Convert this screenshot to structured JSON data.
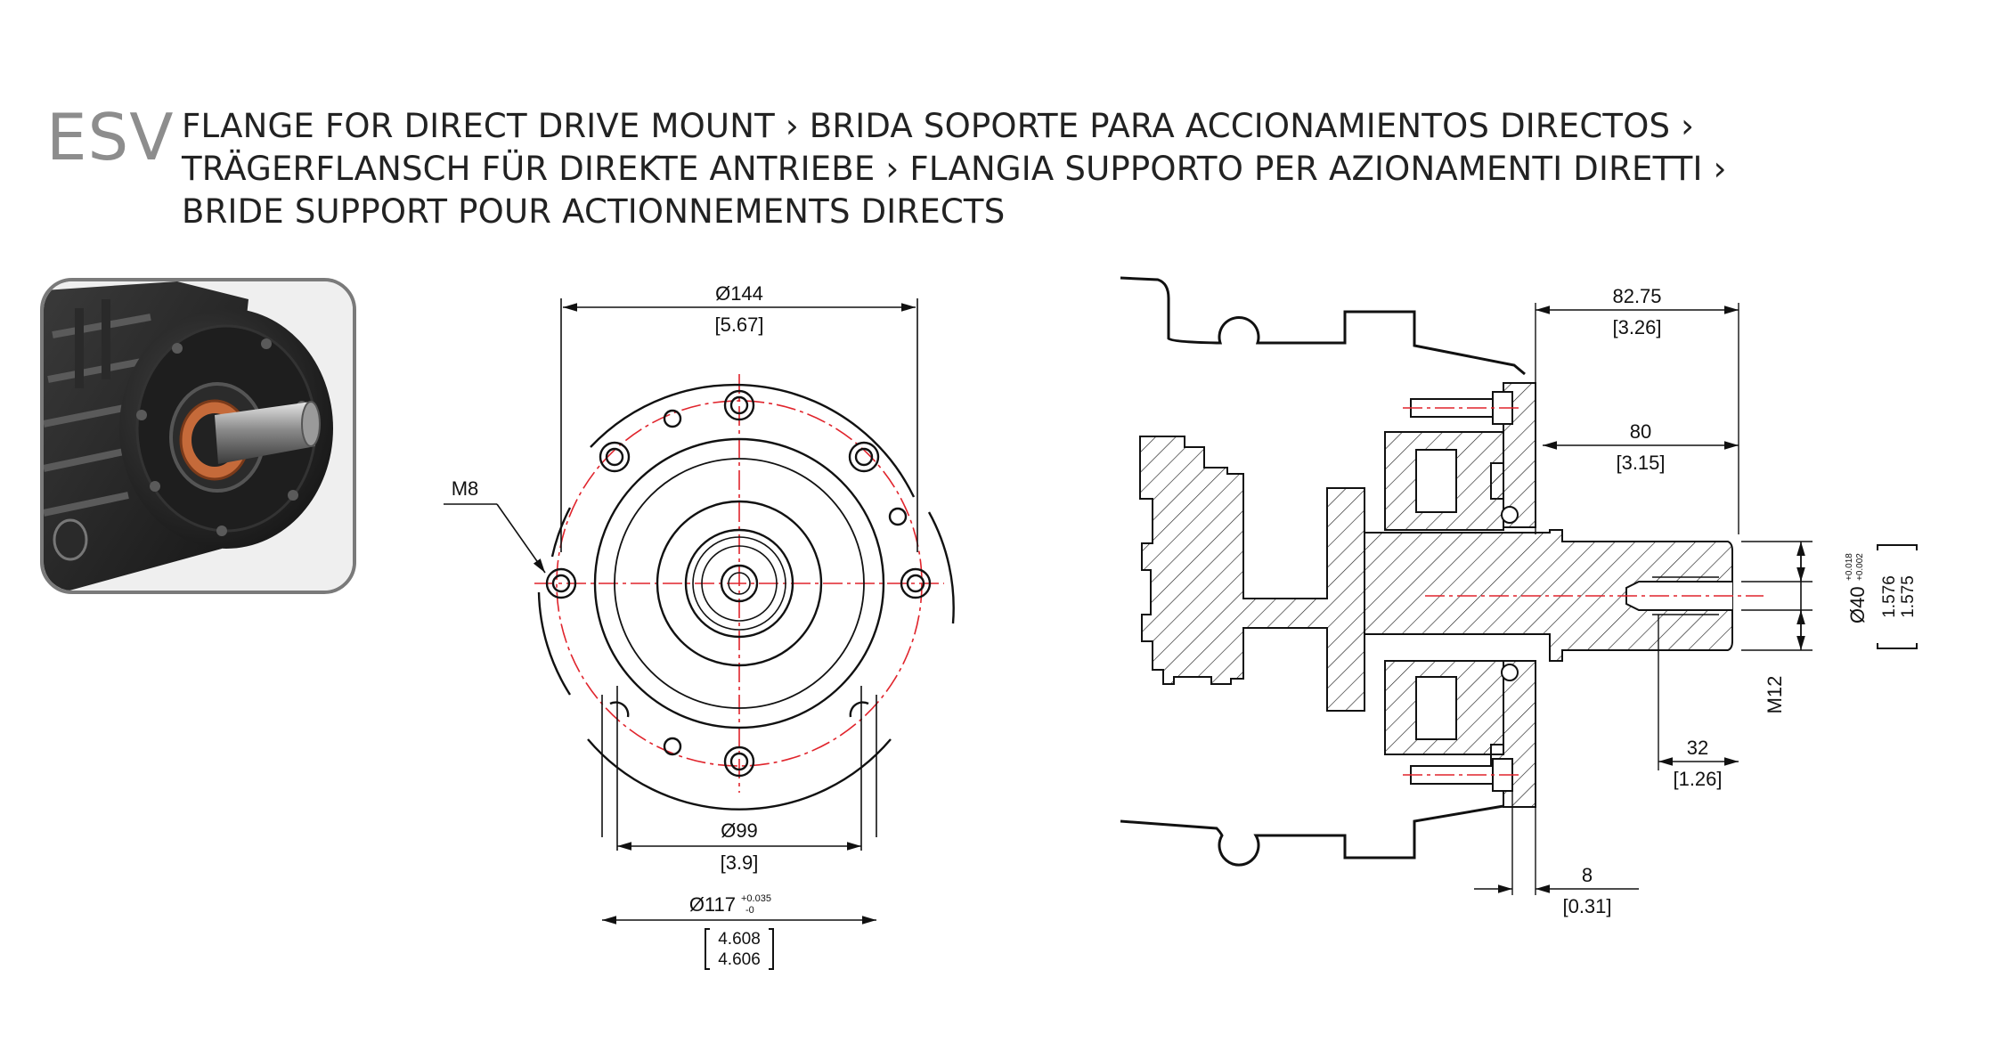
{
  "header": {
    "code": "ESV",
    "title_lines": [
      "FLANGE FOR DIRECT DRIVE MOUNT › BRIDA SOPORTE PARA ACCIONAMIENTOS DIRECTOS ›",
      "TRÄGERFLANSCH FÜR DIREKTE ANTRIEBE › FLANGIA SUPPORTO PER AZIONAMENTI DIRETTI ›",
      "BRIDE SUPPORT POUR ACTIONNEMENTS DIRECTS"
    ]
  },
  "front_view": {
    "outer_dia": {
      "mm": "Ø144",
      "inch": "[5.67]"
    },
    "thread": "M8",
    "pilot_dia": {
      "mm": "Ø99",
      "inch": "[3.9]"
    },
    "spigot_dia": {
      "mm": "Ø117",
      "tol_upper": "+0.035",
      "tol_lower": "-0",
      "inch_upper": "4.608",
      "inch_lower": "4.606"
    }
  },
  "side_view": {
    "overall_length": {
      "mm": "82.75",
      "inch": "[3.26]"
    },
    "shaft_length": {
      "mm": "80",
      "inch": "[3.15]"
    },
    "thread_depth": {
      "mm": "32",
      "inch": "[1.26]"
    },
    "flange_thickness": {
      "mm": "8",
      "inch": "[0.31]"
    },
    "shaft_dia": {
      "mm": "Ø40",
      "tol_upper": "+0.018",
      "tol_lower": "+0.002",
      "inch_upper": "1.576",
      "inch_lower": "1.575"
    },
    "center_thread": "M12"
  },
  "colors": {
    "line": "#111111",
    "centerline": "#e0242c",
    "header_code": "#8d8d8d"
  }
}
